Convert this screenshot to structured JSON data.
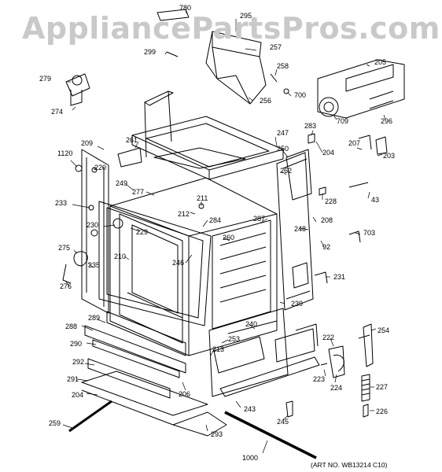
{
  "watermark": "AppliancePartsPros.com",
  "art_number": "(ART NO. WB13214 C10)",
  "callouts": [
    {
      "id": "p780",
      "text": "780"
    },
    {
      "id": "p295",
      "text": "295"
    },
    {
      "id": "p257",
      "text": "257"
    },
    {
      "id": "p299",
      "text": "299"
    },
    {
      "id": "p258",
      "text": "258"
    },
    {
      "id": "p205",
      "text": "205"
    },
    {
      "id": "p279",
      "text": "279"
    },
    {
      "id": "p700",
      "text": "700"
    },
    {
      "id": "p256",
      "text": "256"
    },
    {
      "id": "p274",
      "text": "274"
    },
    {
      "id": "p709",
      "text": "709"
    },
    {
      "id": "p296",
      "text": "296"
    },
    {
      "id": "p247",
      "text": "247"
    },
    {
      "id": "p283",
      "text": "283"
    },
    {
      "id": "p209",
      "text": "209"
    },
    {
      "id": "p261",
      "text": "261"
    },
    {
      "id": "p250",
      "text": "250"
    },
    {
      "id": "p204a",
      "text": "204"
    },
    {
      "id": "p207",
      "text": "207"
    },
    {
      "id": "p1120",
      "text": "1120"
    },
    {
      "id": "p203",
      "text": "203"
    },
    {
      "id": "p220",
      "text": "220"
    },
    {
      "id": "p262",
      "text": "262"
    },
    {
      "id": "p249",
      "text": "249"
    },
    {
      "id": "p277",
      "text": "277"
    },
    {
      "id": "p228",
      "text": "228"
    },
    {
      "id": "p211",
      "text": "211"
    },
    {
      "id": "p43",
      "text": "43"
    },
    {
      "id": "p233",
      "text": "233"
    },
    {
      "id": "p212",
      "text": "212"
    },
    {
      "id": "p287",
      "text": "287"
    },
    {
      "id": "p208",
      "text": "208"
    },
    {
      "id": "p284",
      "text": "284"
    },
    {
      "id": "p230",
      "text": "230"
    },
    {
      "id": "p248",
      "text": "248"
    },
    {
      "id": "p703",
      "text": "703"
    },
    {
      "id": "p229",
      "text": "229"
    },
    {
      "id": "p260",
      "text": "260"
    },
    {
      "id": "p275",
      "text": "275"
    },
    {
      "id": "p92",
      "text": "92"
    },
    {
      "id": "p210",
      "text": "210"
    },
    {
      "id": "p246",
      "text": "246"
    },
    {
      "id": "p235",
      "text": "235"
    },
    {
      "id": "p276",
      "text": "276"
    },
    {
      "id": "p231",
      "text": "231"
    },
    {
      "id": "p239",
      "text": "239"
    },
    {
      "id": "p289",
      "text": "289"
    },
    {
      "id": "p288",
      "text": "288"
    },
    {
      "id": "p240",
      "text": "240"
    },
    {
      "id": "p254",
      "text": "254"
    },
    {
      "id": "p290",
      "text": "290"
    },
    {
      "id": "p253",
      "text": "253"
    },
    {
      "id": "p222",
      "text": "222"
    },
    {
      "id": "p213",
      "text": "213"
    },
    {
      "id": "p292",
      "text": "292"
    },
    {
      "id": "p223",
      "text": "223"
    },
    {
      "id": "p224",
      "text": "224"
    },
    {
      "id": "p291",
      "text": "291"
    },
    {
      "id": "p227",
      "text": "227"
    },
    {
      "id": "p204b",
      "text": "204"
    },
    {
      "id": "p206",
      "text": "206"
    },
    {
      "id": "p243",
      "text": "243"
    },
    {
      "id": "p226",
      "text": "226"
    },
    {
      "id": "p245",
      "text": "245"
    },
    {
      "id": "p259",
      "text": "259"
    },
    {
      "id": "p293",
      "text": "293"
    },
    {
      "id": "p1000",
      "text": "1000"
    }
  ]
}
